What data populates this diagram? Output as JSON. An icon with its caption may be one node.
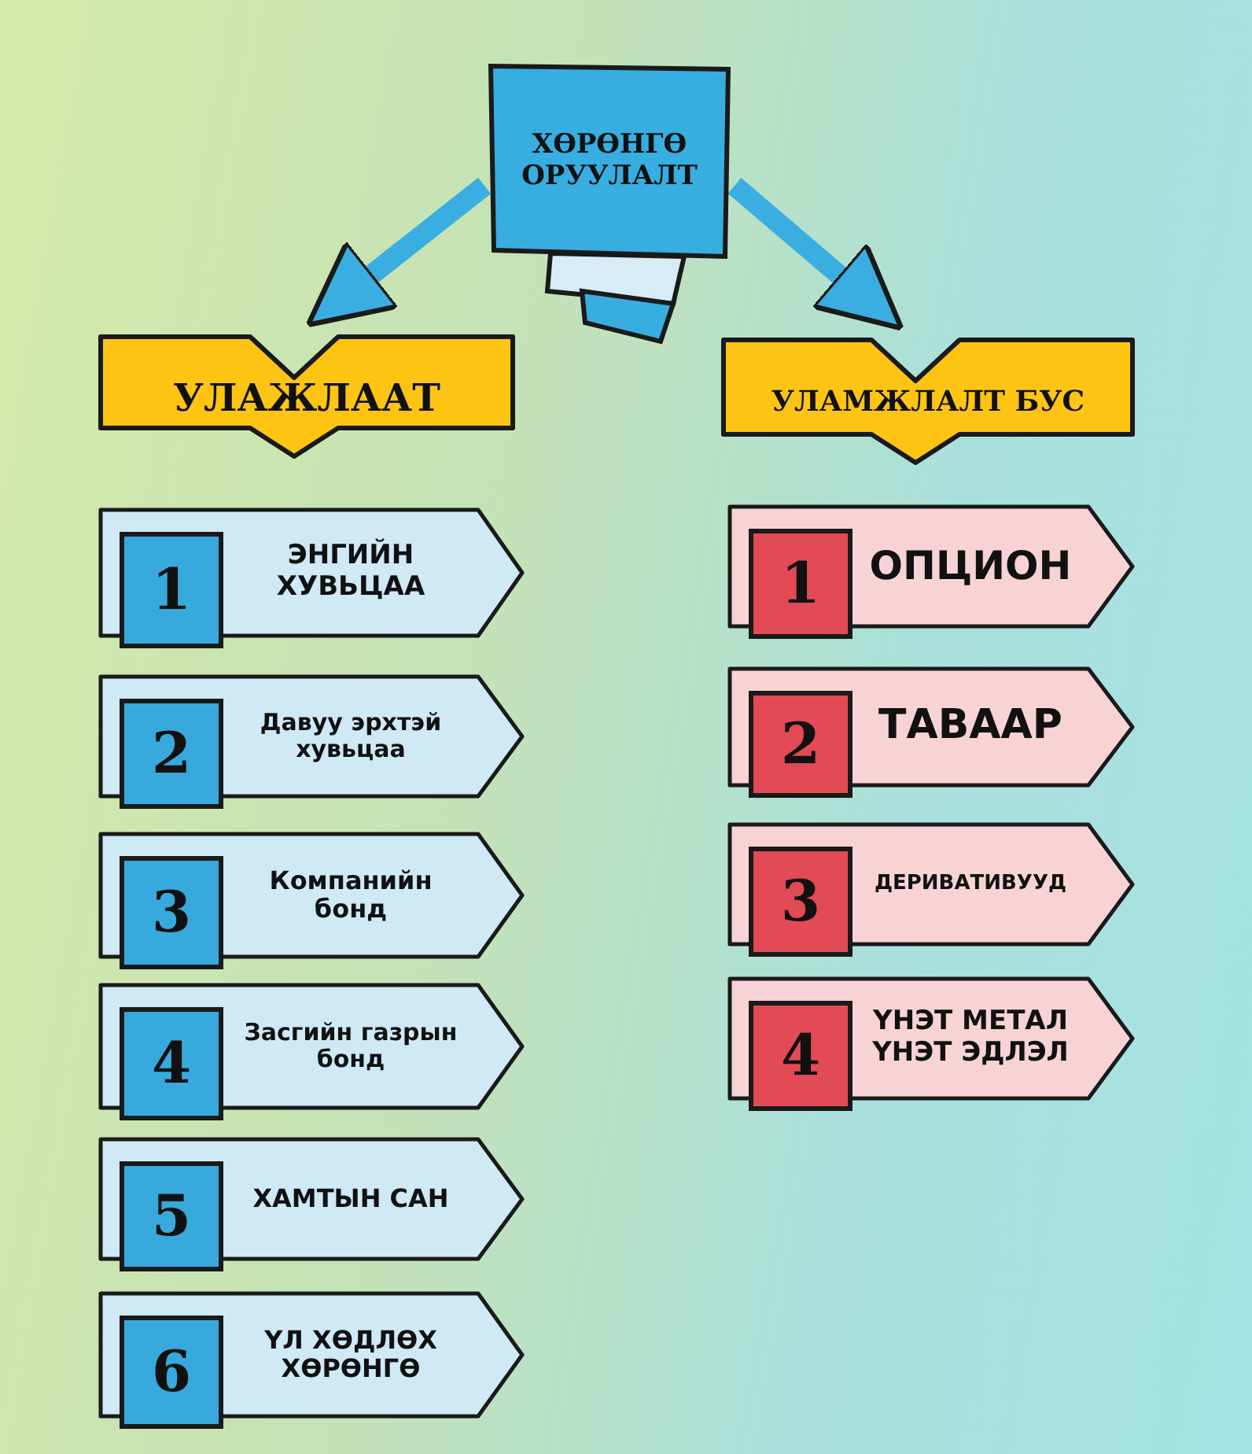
{
  "diagram": {
    "nodes": [
      {
        "text": [
          "ХӨРӨНГӨ ОРУУЛАЛТ"
        ]
      },
      {
        "text": [
          "УЛАЖЛААТ"
        ]
      },
      {
        "text": [
          "УЛАМЖЛАЛТ БУС"
        ]
      },
      {
        "text": [
          "1",
          "ЭНГИЙН ХУВЬЦАА"
        ]
      },
      {
        "text": [
          "2",
          "Давуу эрхтэй хувьцаа"
        ]
      },
      {
        "text": [
          "3",
          "Компанийн бонд"
        ]
      },
      {
        "text": [
          "4",
          "Засгийн газрын бонд"
        ]
      },
      {
        "text": [
          "5",
          "ХАМТЫН САН"
        ]
      },
      {
        "text": [
          "6",
          "ҮЛ ХӨДЛӨХ ХӨРӨНГӨ"
        ]
      },
      {
        "text": [
          "1",
          "ОПЦИОН"
        ]
      },
      {
        "text": [
          "2",
          "ТАВААР"
        ]
      },
      {
        "text": [
          "3",
          "ДЕРИВАТИВУУД"
        ]
      },
      {
        "text": [
          "4",
          "ҮНЭТ МЕТАЛ ҮНЭТ ЭДЛЭЛ"
        ]
      }
    ],
    "edges": [
      {
        "from": 0,
        "to": 1,
        "arrow": "to"
      },
      {
        "from": 0,
        "to": 2,
        "arrow": "to"
      }
    ]
  }
}
